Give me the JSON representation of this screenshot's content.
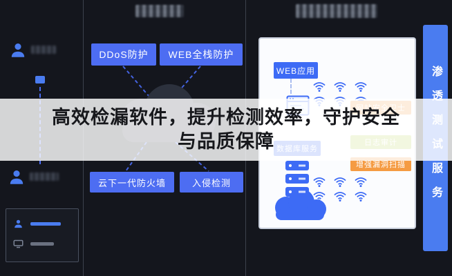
{
  "page": {
    "background": "#14161d"
  },
  "colors": {
    "accent_blue": "#4d6df2",
    "icon_blue": "#3d6bf5",
    "orange": "#f59b42",
    "yellow_green": "#b9cf52",
    "banner_blue": "#4a7cf0",
    "cloud_dark": "#2c313d"
  },
  "overlay": {
    "headline_line1": "高效检漏软件，提升检测效率，守护安全",
    "headline_line2": "与品质保障"
  },
  "defense_column": {
    "top_buttons": [
      {
        "label": "DDoS防护"
      },
      {
        "label": "WEB全栈防护"
      }
    ],
    "bottom_buttons": [
      {
        "label": "云下一代防火墙"
      },
      {
        "label": "入侵检测"
      }
    ]
  },
  "platform_panel": {
    "web_app_label": "WEB应用",
    "database_label": "数据库服务",
    "badges": [
      {
        "label": "网站安全卫士"
      },
      {
        "label": "日志审计"
      },
      {
        "label": "增强漏洞扫描"
      }
    ]
  },
  "side_banner": {
    "label": "渗透测试服务"
  }
}
